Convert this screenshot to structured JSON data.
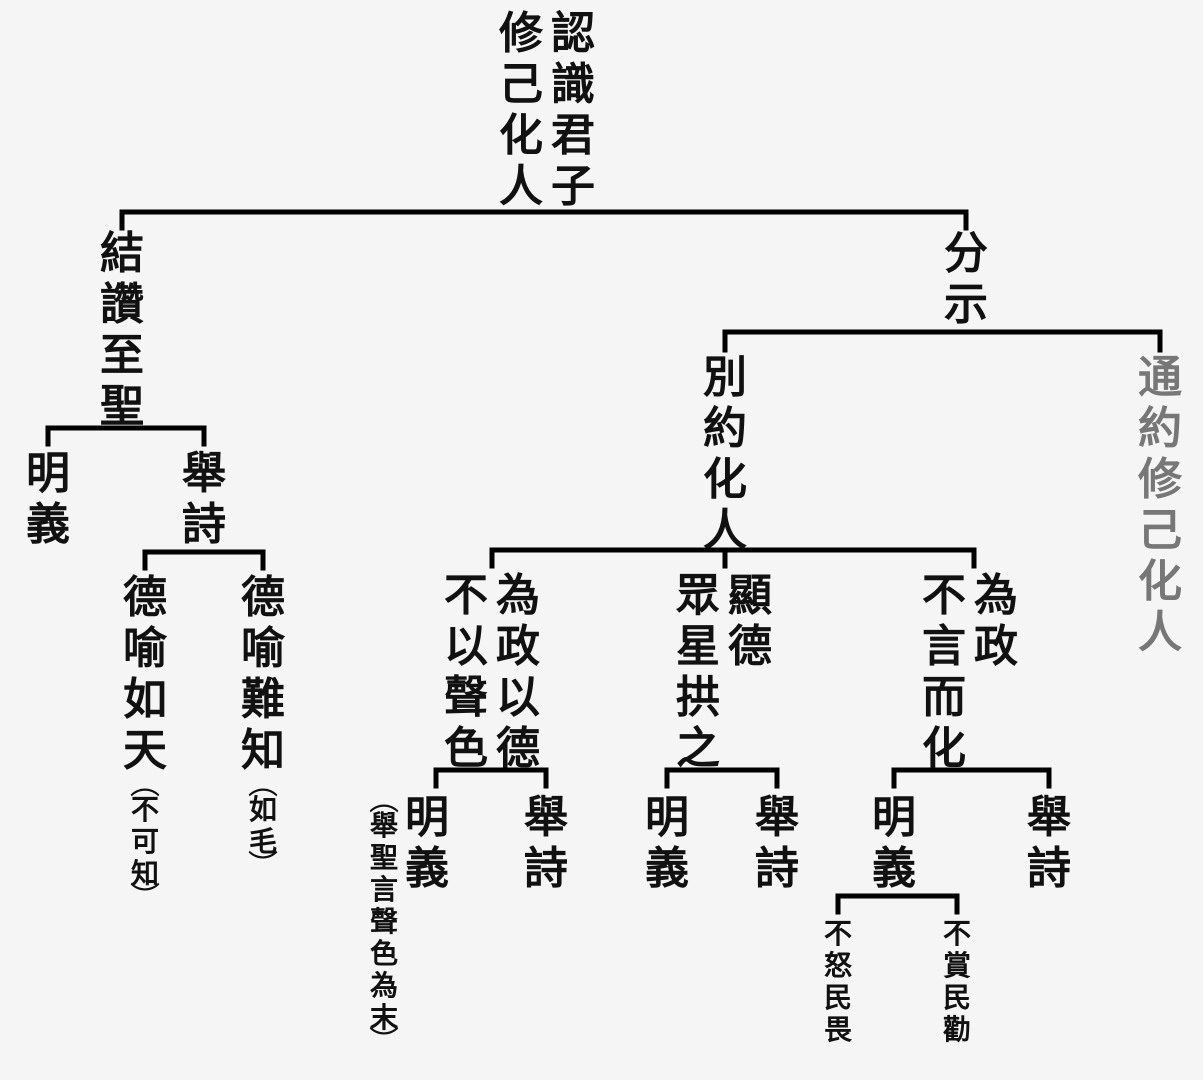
{
  "tree": {
    "root": {
      "columns": [
        "認識君子",
        "修己化人"
      ]
    },
    "left_branch": {
      "columns": [
        "結讚至聖"
      ]
    },
    "left_a": {
      "columns": [
        "明義"
      ]
    },
    "left_b": {
      "columns": [
        "舉詩"
      ]
    },
    "left_b1": {
      "columns": [
        "德喻如天"
      ],
      "note": "不可知"
    },
    "left_b2": {
      "columns": [
        "德喻難知"
      ],
      "note": "如毛"
    },
    "right_branch": {
      "columns": [
        "分示"
      ]
    },
    "right_specific": {
      "columns": [
        "別約化人"
      ]
    },
    "right_general": {
      "columns": [
        "通約修己化人"
      ]
    },
    "group1": {
      "columns": [
        "為政以德",
        "不以聲色"
      ]
    },
    "group1_a": {
      "columns": [
        "明義"
      ],
      "note": "舉聖言聲色為末"
    },
    "group1_b": {
      "columns": [
        "舉詩"
      ]
    },
    "group2": {
      "columns": [
        "顯德",
        "眾星拱之"
      ]
    },
    "group2_a": {
      "columns": [
        "明義"
      ]
    },
    "group2_b": {
      "columns": [
        "舉詩"
      ]
    },
    "group3": {
      "columns": [
        "為政",
        "不言而化"
      ]
    },
    "group3_a": {
      "columns": [
        "明義"
      ]
    },
    "group3_b": {
      "columns": [
        "舉詩"
      ]
    },
    "group3_a1": {
      "columns": [
        "不怒民畏"
      ]
    },
    "group3_a2": {
      "columns": [
        "不賞民勸"
      ]
    }
  },
  "colors": {
    "line": "#000000",
    "text": "#111111",
    "muted": "#777777",
    "background": "#f5f5f5"
  }
}
